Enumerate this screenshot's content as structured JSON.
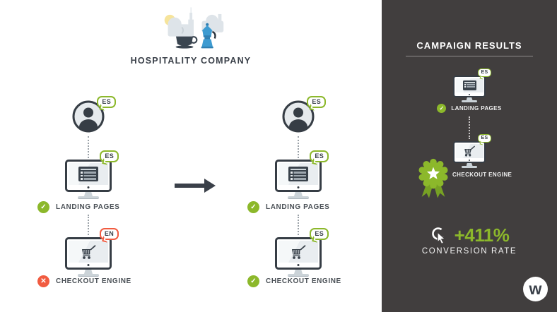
{
  "header": {
    "title": "HOSPITALITY COMPANY"
  },
  "icons": {
    "check": "✓",
    "cross": "✕"
  },
  "flow_before": {
    "user_badge": "ES",
    "landing": {
      "badge": "ES",
      "label": "LANDING PAGES",
      "status": "pass"
    },
    "checkout": {
      "badge": "EN",
      "label": "CHECKOUT ENGINE",
      "status": "fail"
    }
  },
  "flow_after": {
    "user_badge": "ES",
    "landing": {
      "badge": "ES",
      "label": "LANDING PAGES",
      "status": "pass"
    },
    "checkout": {
      "badge": "ES",
      "label": "CHECKOUT ENGINE",
      "status": "pass"
    }
  },
  "results": {
    "title": "CAMPAIGN RESULTS",
    "landing": {
      "badge": "ES",
      "label": "LANDING PAGES"
    },
    "checkout": {
      "badge": "ES",
      "label": "CHECKOUT ENGINE"
    },
    "metric_value": "+411%",
    "metric_label": "CONVERSION RATE",
    "logo_letter": "w"
  },
  "colors": {
    "green": "#8cb82b",
    "red": "#f15b40",
    "dark": "#363d45",
    "panel_bg": "#413e3e"
  }
}
